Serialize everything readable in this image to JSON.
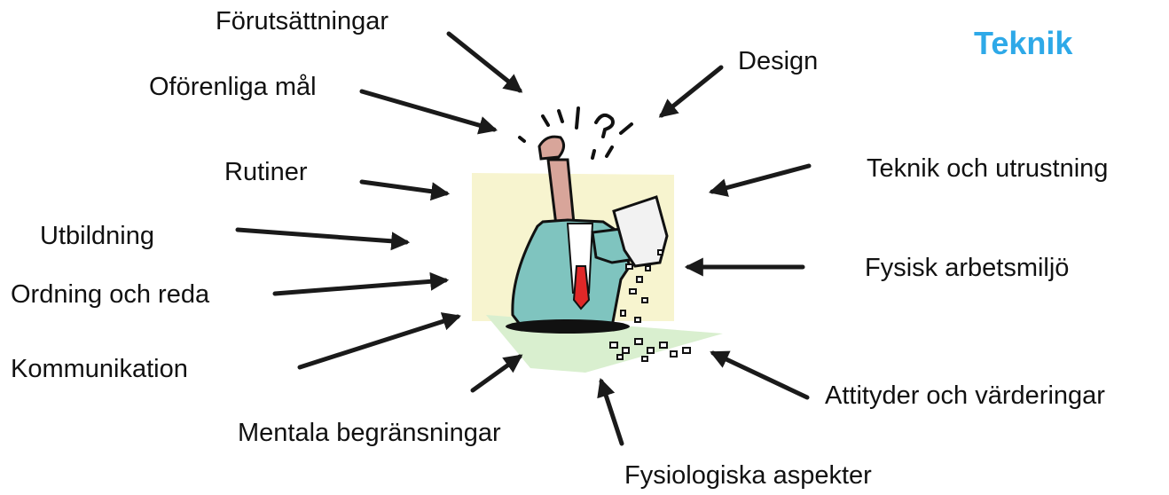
{
  "title": "Teknik",
  "center_illustration": "frustrated-businessman-tearing-paper",
  "factors": {
    "forutsattningar": "Förutsättningar",
    "oforenliga": "Oförenliga mål",
    "rutiner": "Rutiner",
    "utbildning": "Utbildning",
    "ordning": "Ordning och reda",
    "kommunikation": "Kommunikation",
    "mentala": "Mentala begränsningar",
    "fysiologiska": "Fysiologiska aspekter",
    "attityder": "Attityder och värderingar",
    "fysisk": "Fysisk arbetsmiljö",
    "teknik_utrustning": "Teknik och utrustning",
    "design": "Design"
  },
  "colors": {
    "title": "#2ea9e8",
    "text": "#111111",
    "arrow": "#1a1a1a"
  }
}
